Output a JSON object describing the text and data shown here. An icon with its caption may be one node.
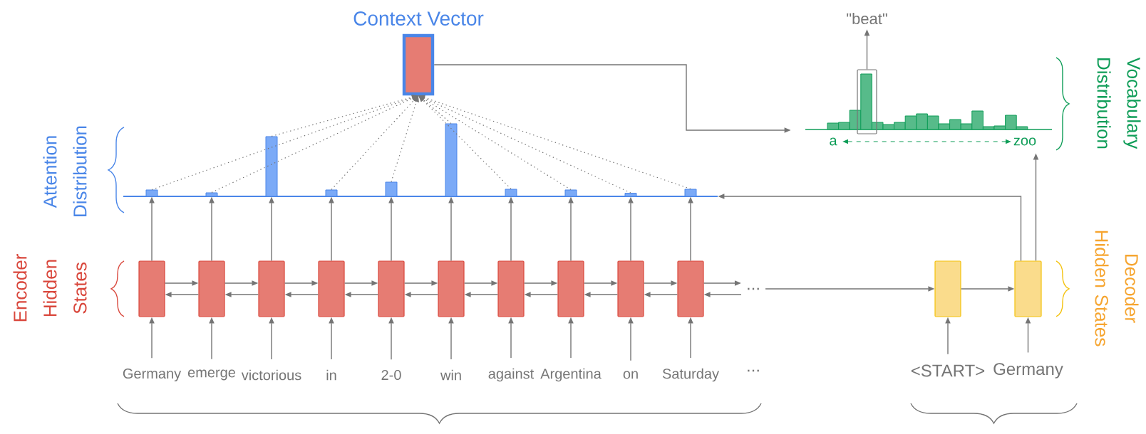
{
  "diagram": {
    "nodes": [
      {
        "text": [
          "Context Vector"
        ]
      },
      {
        "text": [
          "\"beat\""
        ]
      },
      {
        "text": [],
        "shape": "box"
      },
      {
        "text": [],
        "shape": "picture"
      },
      {
        "text": [],
        "shape": "line"
      },
      {
        "text": [],
        "shape": "bar"
      },
      {
        "text": [],
        "shape": "bar"
      },
      {
        "text": [],
        "shape": "bar"
      },
      {
        "text": [],
        "shape": "bar"
      },
      {
        "text": [],
        "shape": "bar"
      },
      {
        "text": [],
        "shape": "bar"
      },
      {
        "text": [],
        "shape": "bar"
      },
      {
        "text": [],
        "shape": "bar"
      },
      {
        "text": [],
        "shape": "bar"
      },
      {
        "text": [],
        "shape": "bar"
      },
      {
        "text": [],
        "shape": "box"
      },
      {
        "text": [],
        "shape": "box"
      },
      {
        "text": [],
        "shape": "box"
      },
      {
        "text": [],
        "shape": "box"
      },
      {
        "text": [],
        "shape": "box"
      },
      {
        "text": [],
        "shape": "box"
      },
      {
        "text": [],
        "shape": "box"
      },
      {
        "text": [],
        "shape": "box"
      },
      {
        "text": [],
        "shape": "box"
      },
      {
        "text": [],
        "shape": "box"
      },
      {
        "text": [
          "..."
        ]
      },
      {
        "text": [],
        "shape": "box"
      },
      {
        "text": [],
        "shape": "box"
      },
      {
        "text": [
          "Germany"
        ]
      },
      {
        "text": [
          "emerge"
        ]
      },
      {
        "text": [
          "victorious"
        ]
      },
      {
        "text": [
          "in"
        ]
      },
      {
        "text": [
          "2-0"
        ]
      },
      {
        "text": [
          "win"
        ]
      },
      {
        "text": [
          "against"
        ]
      },
      {
        "text": [
          "Argentina"
        ]
      },
      {
        "text": [
          "on"
        ]
      },
      {
        "text": [
          "Saturday"
        ]
      },
      {
        "text": [
          "<START>"
        ]
      },
      {
        "text": [
          "Germany"
        ]
      }
    ],
    "edges": [
      {
        "from": 28,
        "to": 15,
        "arrow": "to"
      },
      {
        "from": 29,
        "to": 16,
        "arrow": "to"
      },
      {
        "from": 30,
        "to": 17,
        "arrow": "to"
      },
      {
        "from": 31,
        "to": 18,
        "arrow": "to"
      },
      {
        "from": 32,
        "to": 19,
        "arrow": "to"
      },
      {
        "from": 33,
        "to": 20,
        "arrow": "to"
      },
      {
        "from": 34,
        "to": 21,
        "arrow": "to"
      },
      {
        "from": 35,
        "to": 22,
        "arrow": "to"
      },
      {
        "from": 36,
        "to": 23,
        "arrow": "to"
      },
      {
        "from": 37,
        "to": 24,
        "arrow": "to"
      },
      {
        "from": 15,
        "to": 16,
        "arrow": "to"
      },
      {
        "from": 16,
        "to": 15,
        "arrow": "to"
      },
      {
        "from": 16,
        "to": 17,
        "arrow": "to"
      },
      {
        "from": 17,
        "to": 16,
        "arrow": "to"
      },
      {
        "from": 17,
        "to": 18,
        "arrow": "to"
      },
      {
        "from": 18,
        "to": 17,
        "arrow": "to"
      },
      {
        "from": 18,
        "to": 19,
        "arrow": "to"
      },
      {
        "from": 19,
        "to": 18,
        "arrow": "to"
      },
      {
        "from": 19,
        "to": 20,
        "arrow": "to"
      },
      {
        "from": 20,
        "to": 19,
        "arrow": "to"
      },
      {
        "from": 20,
        "to": 21,
        "arrow": "to"
      },
      {
        "from": 21,
        "to": 20,
        "arrow": "to"
      },
      {
        "from": 21,
        "to": 22,
        "arrow": "to"
      },
      {
        "from": 22,
        "to": 21,
        "arrow": "to"
      },
      {
        "from": 22,
        "to": 23,
        "arrow": "to"
      },
      {
        "from": 23,
        "to": 22,
        "arrow": "to"
      },
      {
        "from": 23,
        "to": 24,
        "arrow": "to"
      },
      {
        "from": 24,
        "to": 23,
        "arrow": "to"
      },
      {
        "from": 24,
        "to": 25,
        "arrow": "to"
      },
      {
        "from": 25,
        "to": 24,
        "arrow": "to"
      },
      {
        "from": 25,
        "to": 26,
        "arrow": "to"
      },
      {
        "from": 26,
        "to": 27,
        "arrow": "to"
      },
      {
        "from": 38,
        "to": 26,
        "arrow": "to"
      },
      {
        "from": 39,
        "to": 27,
        "arrow": "to"
      },
      {
        "from": 15,
        "to": 5,
        "arrow": "to"
      },
      {
        "from": 16,
        "to": 6,
        "arrow": "to"
      },
      {
        "from": 17,
        "to": 7,
        "arrow": "to"
      },
      {
        "from": 18,
        "to": 8,
        "arrow": "to"
      },
      {
        "from": 19,
        "to": 9,
        "arrow": "to"
      },
      {
        "from": 20,
        "to": 10,
        "arrow": "to"
      },
      {
        "from": 21,
        "to": 11,
        "arrow": "to"
      },
      {
        "from": 22,
        "to": 12,
        "arrow": "to"
      },
      {
        "from": 23,
        "to": 13,
        "arrow": "to"
      },
      {
        "from": 24,
        "to": 14,
        "arrow": "to"
      },
      {
        "from": 5,
        "to": 0,
        "arrow": "to",
        "style": "dashed"
      },
      {
        "from": 6,
        "to": 0,
        "arrow": "to",
        "style": "dashed"
      },
      {
        "from": 7,
        "to": 0,
        "arrow": "to",
        "style": "dashed"
      },
      {
        "from": 8,
        "to": 0,
        "arrow": "to",
        "style": "dashed"
      },
      {
        "from": 9,
        "to": 0,
        "arrow": "to",
        "style": "dashed"
      },
      {
        "from": 10,
        "to": 0,
        "arrow": "to",
        "style": "dashed"
      },
      {
        "from": 11,
        "to": 0,
        "arrow": "to",
        "style": "dashed"
      },
      {
        "from": 12,
        "to": 0,
        "arrow": "to",
        "style": "dashed"
      },
      {
        "from": 13,
        "to": 0,
        "arrow": "to",
        "style": "dashed"
      },
      {
        "from": 14,
        "to": 0,
        "arrow": "to",
        "style": "dashed"
      },
      {
        "from": 0,
        "to": 3,
        "arrow": "to"
      },
      {
        "from": 27,
        "to": 4,
        "arrow": "to"
      },
      {
        "from": 27,
        "to": 3,
        "arrow": "to"
      },
      {
        "from": 2,
        "to": 1,
        "arrow": "to"
      }
    ],
    "labels": [
      "Vocabulary Distribution",
      "a",
      "zoo",
      "Attention Distribution",
      "Encoder Hidden States",
      "Decoder Hidden States",
      "..."
    ]
  }
}
